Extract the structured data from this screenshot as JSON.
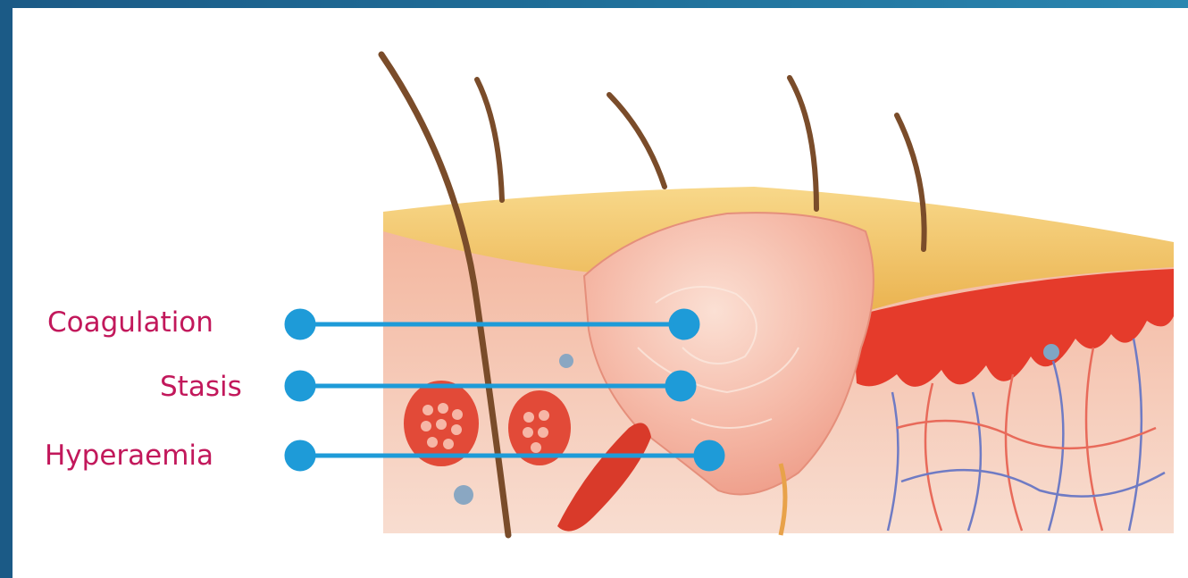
{
  "diagram": {
    "labels": {
      "coagulation": "Coagulation",
      "stasis": "Stasis",
      "hyperaemia": "Hyperaemia"
    },
    "colors": {
      "label": "#c2185b",
      "pointer": "#1e9bd8",
      "epidermis": "#f3c063",
      "dermis": "#f4b8a0",
      "burn": "#f2a89a",
      "hyperaemia": "#e53b2b",
      "vessel_blue": "#6f7bc4"
    },
    "icons": [
      "hair-icon",
      "gland-icon",
      "muscle-icon",
      "nerve-icon"
    ]
  }
}
